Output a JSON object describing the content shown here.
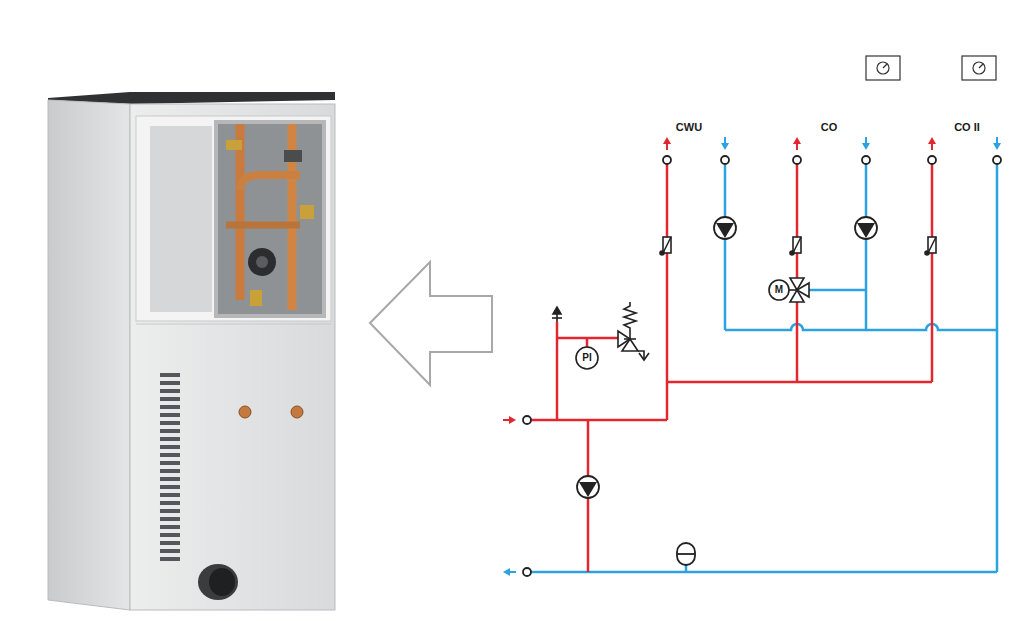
{
  "diagram": {
    "nodes": [
      {
        "text": [
          "PI"
        ]
      },
      {
        "text": [
          "M"
        ]
      }
    ],
    "labels": [
      "CWU",
      "CO",
      "CO II"
    ]
  }
}
